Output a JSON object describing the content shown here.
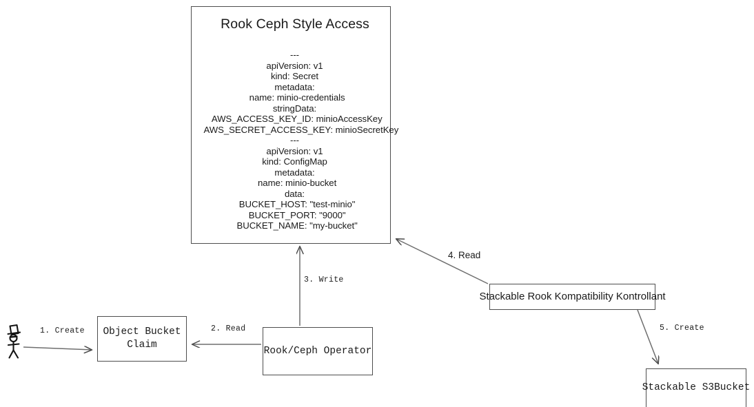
{
  "diagram": {
    "title": "Rook Ceph Style Access",
    "nodes": {
      "yaml_card": {
        "title": "Rook Ceph Style Access",
        "body": "---\napiVersion: v1\nkind: Secret\nmetadata:\n  name: minio-credentials\nstringData:\n  AWS_ACCESS_KEY_ID: minioAccessKey\n  AWS_SECRET_ACCESS_KEY: minioSecretKey\n---\napiVersion: v1\nkind: ConfigMap\nmetadata:\n  name: minio-bucket\ndata:\n  BUCKET_HOST: \"test-minio\"\n  BUCKET_PORT: \"9000\"\n  BUCKET_NAME: \"my-bucket\""
      },
      "object_bucket_claim": {
        "label": "Object Bucket\nClaim"
      },
      "operator": {
        "label": "Rook/Ceph Operator"
      },
      "srkk": {
        "label": "Stackable Rook Kompatibility Kontrollant"
      },
      "s3bucket": {
        "label": "Stackable S3Bucket"
      },
      "actor": {
        "label": "actor-stick-figure"
      }
    },
    "edges": [
      {
        "id": "e1",
        "label": "1. Create",
        "from": "actor",
        "to": "object_bucket_claim"
      },
      {
        "id": "e2",
        "label": "2. Read",
        "from": "operator",
        "to": "object_bucket_claim"
      },
      {
        "id": "e3",
        "label": "3. Write",
        "from": "operator",
        "to": "yaml_card"
      },
      {
        "id": "e4",
        "label": "4. Read",
        "from": "srkk",
        "to": "yaml_card"
      },
      {
        "id": "e5",
        "label": "5. Create",
        "from": "srkk",
        "to": "s3bucket"
      }
    ],
    "colors": {
      "background": "#ffffff",
      "stroke": "#4d4d4d",
      "text": "#1a1a1a",
      "arrow": "#5a5a5a"
    }
  }
}
